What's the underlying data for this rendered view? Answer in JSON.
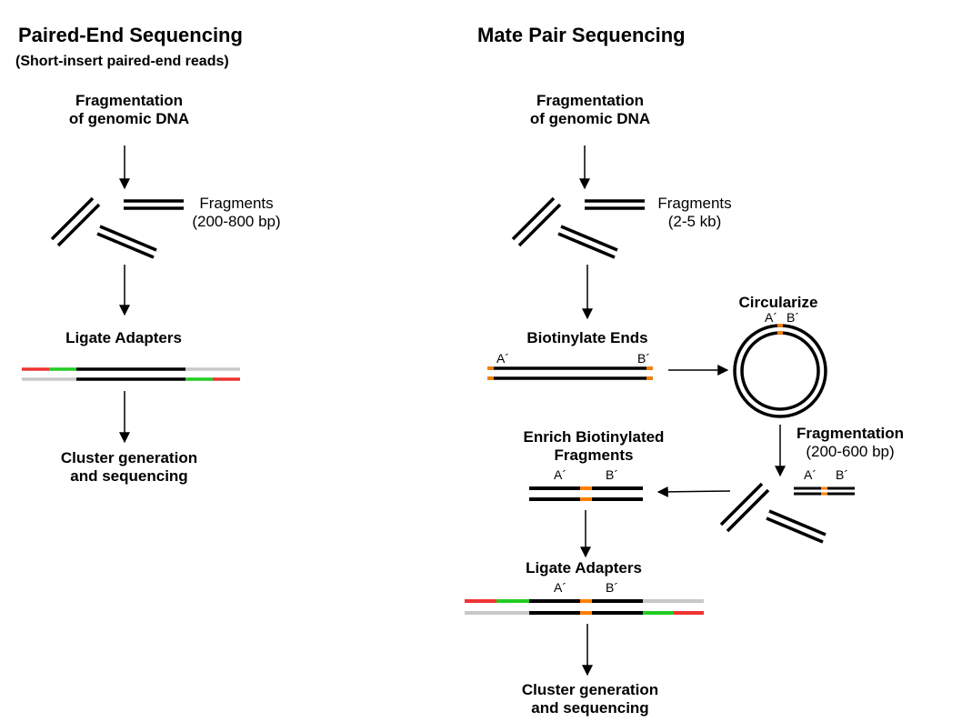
{
  "paired_end": {
    "title": "Paired-End Sequencing",
    "subtitle": "(Short-insert paired-end reads)",
    "step_fragmentation": [
      "Fragmentation",
      "of genomic DNA"
    ],
    "fragments_label": [
      "Fragments",
      "(200-800 bp)"
    ],
    "step_ligate": "Ligate Adapters",
    "step_cluster": [
      "Cluster generation",
      "and sequencing"
    ]
  },
  "mate_pair": {
    "title": "Mate Pair Sequencing",
    "step_fragmentation": [
      "Fragmentation",
      "of genomic DNA"
    ],
    "fragments_label": [
      "Fragments",
      "(2-5 kb)"
    ],
    "step_biotinylate": "Biotinylate Ends",
    "step_circularize": "Circularize",
    "step_fragmentation2": [
      "Fragmentation",
      "(200-600 bp)"
    ],
    "step_enrich": [
      "Enrich Biotinylated",
      "Fragments"
    ],
    "step_ligate": "Ligate Adapters",
    "step_cluster": [
      "Cluster generation",
      "and sequencing"
    ],
    "end_label_a": "A´",
    "end_label_b": "B´"
  },
  "colors": {
    "dna": "#000000",
    "adapter_red": "#ee3333",
    "adapter_green": "#22cc22",
    "adapter_gray": "#c8c8c8",
    "biotin": "#ff8000"
  }
}
